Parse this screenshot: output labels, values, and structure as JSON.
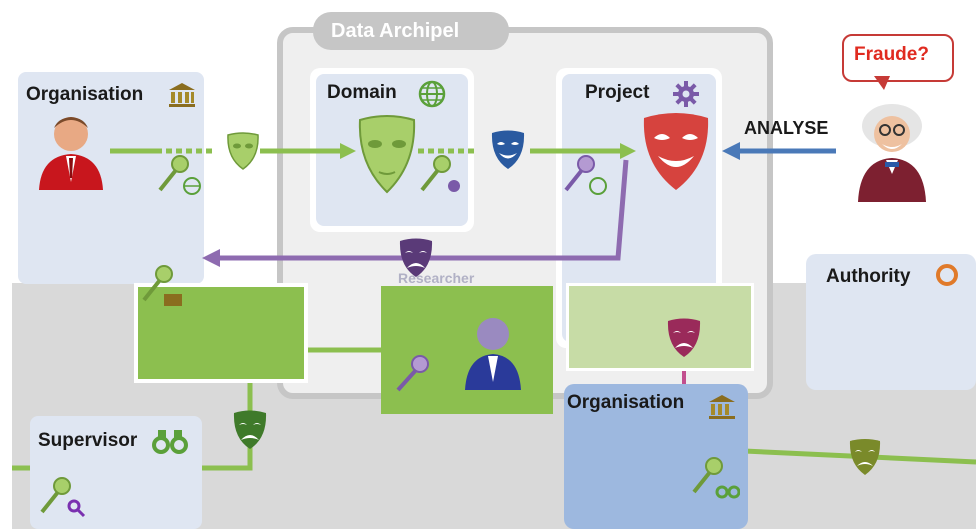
{
  "archipel": {
    "title": "Data Archipel"
  },
  "organisation_top": {
    "label": "Organisation"
  },
  "domain": {
    "label": "Domain"
  },
  "project": {
    "label": "Project"
  },
  "fraud": {
    "bubble": "Fraude?",
    "analyse": "ANALYSE"
  },
  "authority": {
    "label": "Authority"
  },
  "researcher": {
    "label": "Researcher"
  },
  "supervisor": {
    "label": "Supervisor"
  },
  "organisation_bottom": {
    "label": "Organisation"
  },
  "colors": {
    "green": "#8cbf4f",
    "purple": "#8e6bb0",
    "blue": "#4a79b8",
    "red_mask": "#d6433e",
    "panel": "#dfe6f2",
    "archipel_border": "#c8c8c8"
  }
}
